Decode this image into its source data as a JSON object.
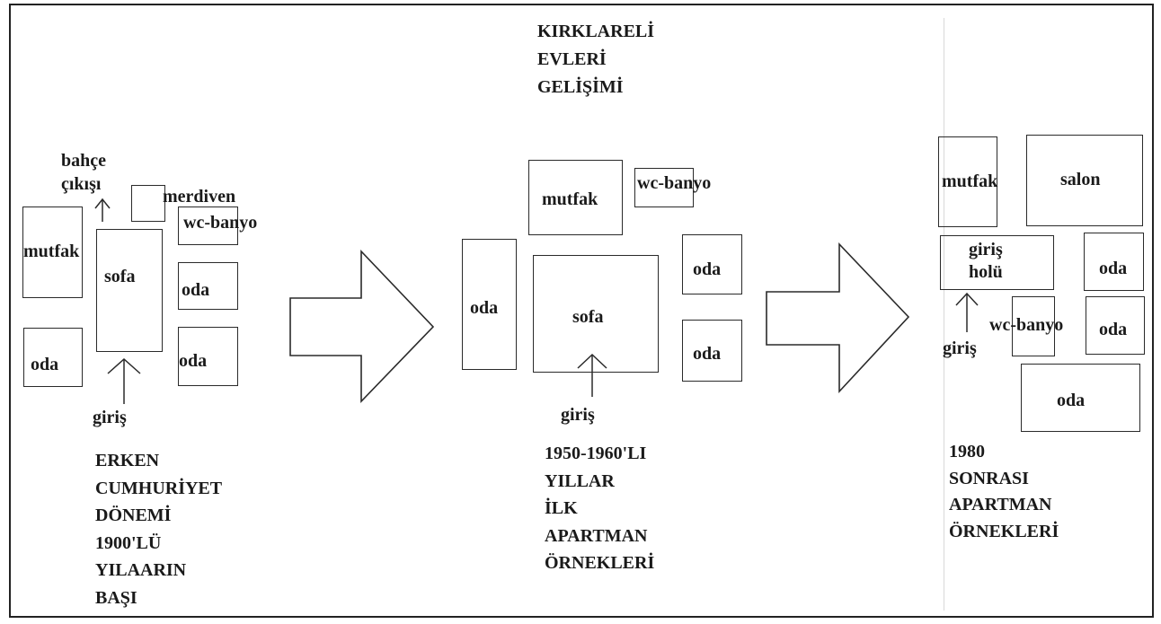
{
  "title_lines": [
    "KIRKLARELİ",
    "EVLERİ",
    "GELİŞİMİ"
  ],
  "panel1": {
    "rooms": {
      "mutfak": "mutfak",
      "sofa": "sofa",
      "merdiven": "merdiven",
      "wc_banyo": "wc-banyo",
      "oda_right_top": "oda",
      "oda_right_bottom": "oda",
      "oda_left": "oda"
    },
    "bahce_cikisi": [
      "bahçe",
      "çıkışı"
    ],
    "giris": "giriş",
    "caption": [
      "ERKEN",
      "CUMHURİYET",
      "DÖNEMİ",
      "1900'LÜ",
      "YILAARIN",
      "BAŞI"
    ]
  },
  "panel2": {
    "rooms": {
      "mutfak": "mutfak",
      "wc_banyo": "wc-banyo",
      "oda_left": "oda",
      "sofa": "sofa",
      "oda_right_top": "oda",
      "oda_right_bottom": "oda"
    },
    "giris": "giriş",
    "caption": [
      "1950-1960'LI",
      "YILLAR",
      "İLK",
      "APARTMAN",
      "ÖRNEKLERİ"
    ]
  },
  "panel3": {
    "rooms": {
      "mutfak": "mutfak",
      "salon": "salon",
      "giris_holu": [
        "giriş",
        "holü"
      ],
      "oda_right_top": "oda",
      "wc_banyo": "wc-banyo",
      "oda_right_middle": "oda",
      "oda_bottom": "oda"
    },
    "giris": "giriş",
    "caption": [
      "1980",
      "SONRASI",
      "APARTMAN",
      "ÖRNEKLERİ"
    ]
  }
}
